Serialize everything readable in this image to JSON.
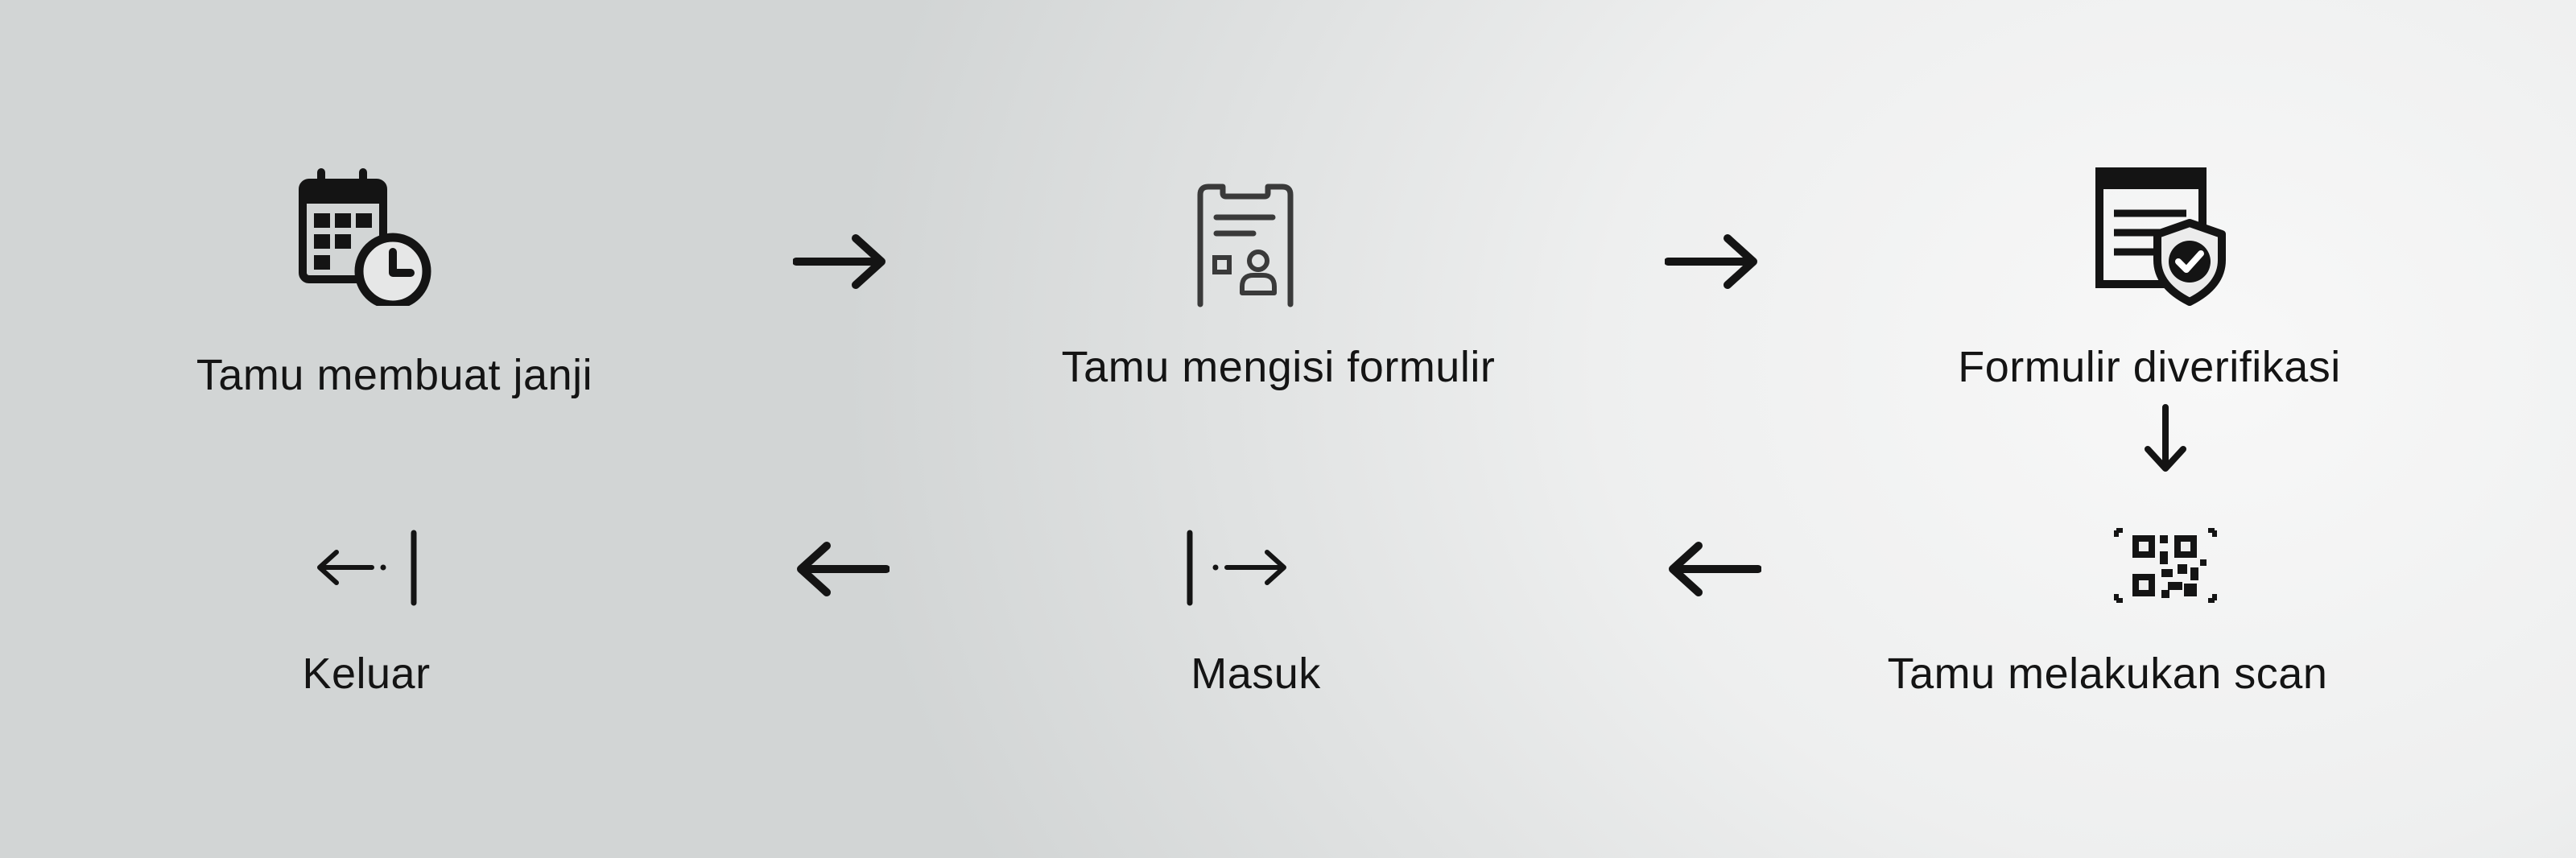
{
  "steps": [
    {
      "label": "Tamu membuat janji",
      "icon": "calendar-clock-icon"
    },
    {
      "label": "Tamu mengisi formulir",
      "icon": "form-clipboard-icon"
    },
    {
      "label": "Formulir diverifikasi",
      "icon": "verified-document-icon"
    },
    {
      "label": "Tamu melakukan scan",
      "icon": "qr-code-scan-icon"
    },
    {
      "label": "Masuk",
      "icon": "enter-icon"
    },
    {
      "label": "Keluar",
      "icon": "exit-icon"
    }
  ],
  "connectors": [
    {
      "from": 0,
      "to": 1,
      "direction": "right"
    },
    {
      "from": 1,
      "to": 2,
      "direction": "right"
    },
    {
      "from": 2,
      "to": 3,
      "direction": "down"
    },
    {
      "from": 3,
      "to": 4,
      "direction": "left"
    },
    {
      "from": 4,
      "to": 5,
      "direction": "left"
    }
  ],
  "colors": {
    "ink": "#141414",
    "form_icon": "#3a3a3a"
  }
}
